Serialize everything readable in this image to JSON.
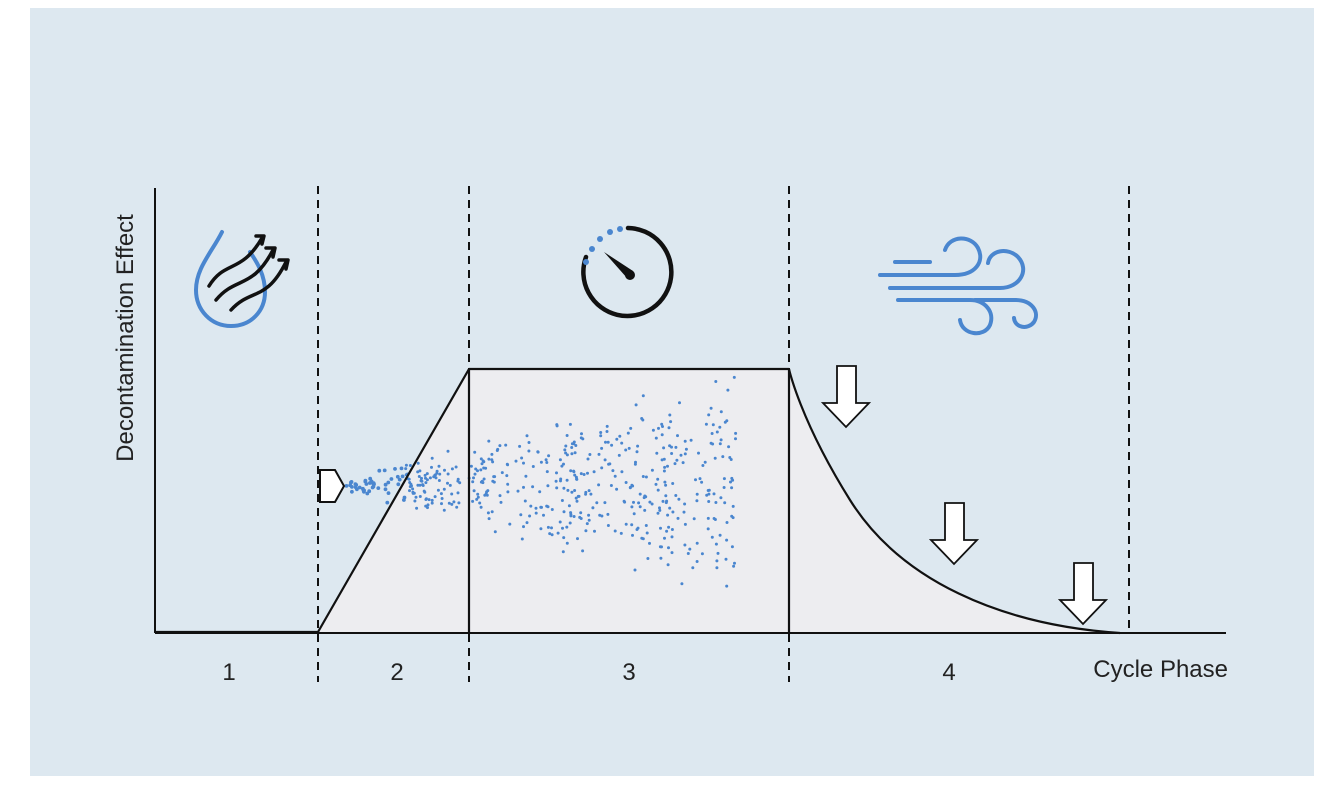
{
  "colors": {
    "panel_background": "#dde8f0",
    "fill_area": "#ededf0",
    "line": "#111111",
    "accent_blue": "#4a86cf",
    "arrow_fill": "#ffffff"
  },
  "axes": {
    "y_label": "Decontamination Effect",
    "x_label": "Cycle Phase"
  },
  "phases": [
    {
      "number": "1",
      "icon": "humidity-drop-icon"
    },
    {
      "number": "2",
      "icon": "spray-nozzle-icon"
    },
    {
      "number": "3",
      "icon": "timer-icon"
    },
    {
      "number": "4",
      "icon": "wind-icon"
    }
  ],
  "curve": {
    "shape": "flat-zero, linear rise, plateau, exponential decay to zero",
    "decay_indicator": "down-arrow-icon",
    "decay_arrow_count": 3
  }
}
